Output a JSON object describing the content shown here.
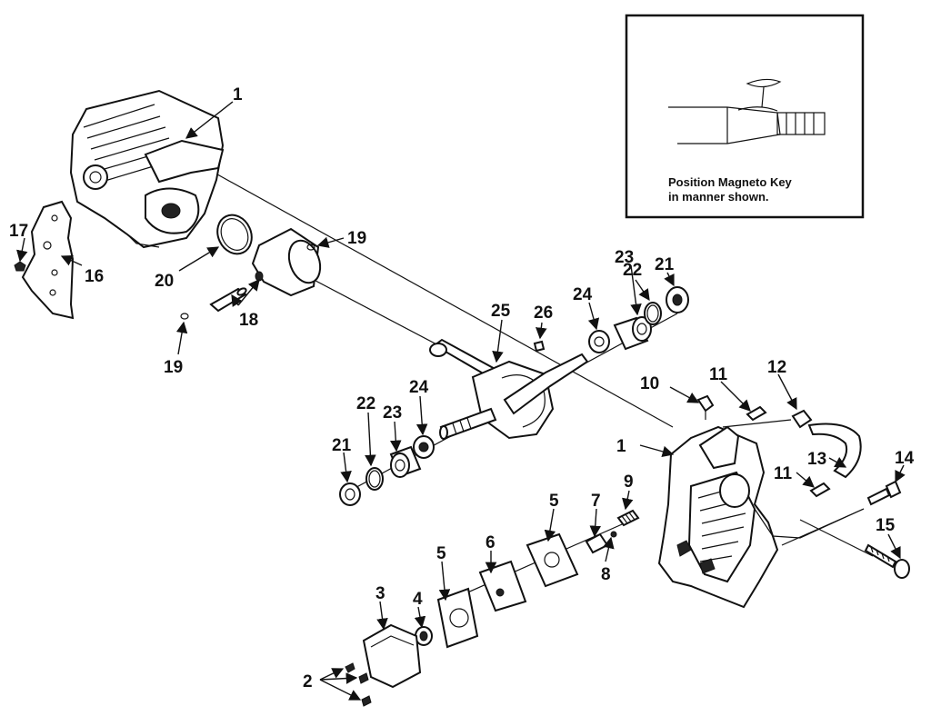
{
  "inset": {
    "caption_line1": "Position Magneto Key",
    "caption_line2": "in manner shown."
  },
  "labels": {
    "l1a": "1",
    "l1b": "1",
    "l2": "2",
    "l3": "3",
    "l4": "4",
    "l5a": "5",
    "l5b": "5",
    "l6": "6",
    "l7": "7",
    "l8": "8",
    "l9": "9",
    "l10": "10",
    "l11a": "11",
    "l11b": "11",
    "l12": "12",
    "l13": "13",
    "l14": "14",
    "l15": "15",
    "l16": "16",
    "l17": "17",
    "l18": "18",
    "l19a": "19",
    "l19b": "19",
    "l20": "20",
    "l21a": "21",
    "l21b": "21",
    "l22a": "22",
    "l22b": "22",
    "l23a": "23",
    "l23b": "23",
    "l24a": "24",
    "l24b": "24",
    "l25": "25",
    "l26": "26"
  }
}
